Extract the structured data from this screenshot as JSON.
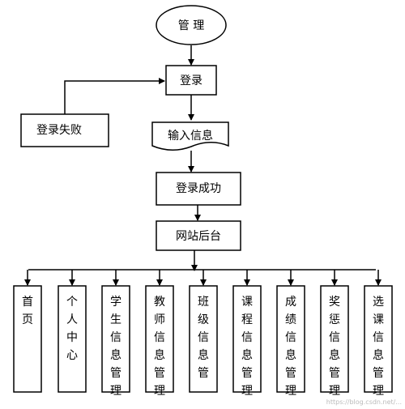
{
  "nodes": {
    "manage": "管 理",
    "login": "登录",
    "login_fail": "登录失败",
    "input_info": "输入信息",
    "login_success": "登录成功",
    "site_backend": "网站后台"
  },
  "modules": [
    [
      "首",
      "页"
    ],
    [
      "个",
      "人",
      "中",
      "心"
    ],
    [
      "学",
      "生",
      "信",
      "息",
      "管",
      "理"
    ],
    [
      "教",
      "师",
      "信",
      "息",
      "管",
      "理"
    ],
    [
      "班",
      "级",
      "信",
      "息",
      "管"
    ],
    [
      "课",
      "程",
      "信",
      "息",
      "管",
      "理"
    ],
    [
      "成",
      "绩",
      "信",
      "息",
      "管",
      "理"
    ],
    [
      "奖",
      "惩",
      "信",
      "息",
      "管",
      "理"
    ],
    [
      "选",
      "课",
      "信",
      "息",
      "管",
      "理"
    ]
  ],
  "watermark": "https://blog.csdn.net/..."
}
